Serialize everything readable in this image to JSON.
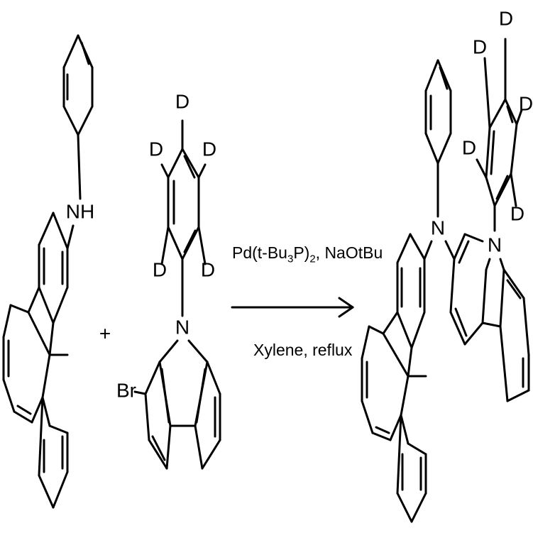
{
  "reactant1": {
    "amine_label": "NH"
  },
  "plus_sign": "+",
  "reactant2": {
    "leaving_group": "Br",
    "nitrogen": "N",
    "isotope_labels": [
      "D",
      "D",
      "D",
      "D",
      "D"
    ]
  },
  "conditions": {
    "catalyst": "Pd(t-Bu3P)2, NaOtBu",
    "solvent": "Xylene, reflux"
  },
  "product": {
    "amine_nitrogen": "N",
    "carbazole_nitrogen": "N",
    "isotope_labels": [
      "D",
      "D",
      "D",
      "D",
      "D"
    ]
  }
}
